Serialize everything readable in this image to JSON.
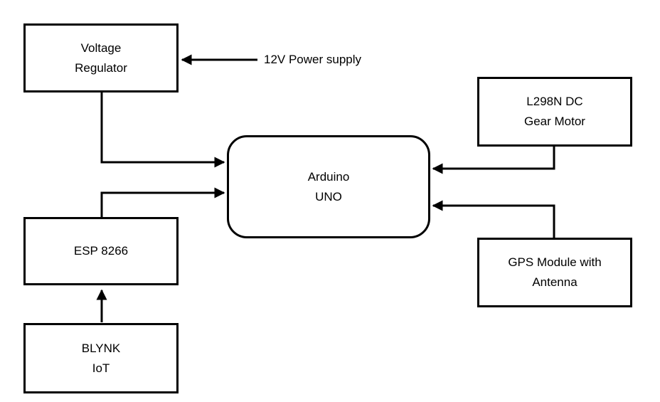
{
  "diagram": {
    "type": "block-diagram",
    "nodes": {
      "voltage_regulator": {
        "label": "Voltage\nRegulator",
        "shape": "rectangle"
      },
      "l298n": {
        "label": "L298N DC\nGear Motor",
        "shape": "rectangle"
      },
      "arduino": {
        "label": "Arduino\nUNO",
        "shape": "rounded-rectangle"
      },
      "esp8266": {
        "label": "ESP 8266",
        "shape": "rectangle"
      },
      "gps": {
        "label": "GPS Module with\nAntenna",
        "shape": "rectangle"
      },
      "blynk": {
        "label": "BLYNK\nIoT",
        "shape": "rectangle"
      }
    },
    "annotations": {
      "power_supply": {
        "label": "12V Power supply"
      }
    },
    "connections": [
      {
        "from": "12V Power supply",
        "to": "Voltage Regulator",
        "arrow": "into-left-node"
      },
      {
        "from": "Voltage Regulator",
        "to": "Arduino UNO",
        "arrow": "into-arduino-left"
      },
      {
        "from": "ESP 8266",
        "to": "Arduino UNO",
        "arrow": "into-arduino-left"
      },
      {
        "from": "L298N DC Gear Motor",
        "to": "Arduino UNO",
        "arrow": "into-arduino-right"
      },
      {
        "from": "GPS Module with Antenna",
        "to": "Arduino UNO",
        "arrow": "into-arduino-right"
      },
      {
        "from": "BLYNK IoT",
        "to": "ESP 8266",
        "arrow": "up"
      }
    ],
    "colors": {
      "background": "#ffffff",
      "line": "#000000",
      "box_border": "#000000",
      "text": "#000000"
    }
  }
}
